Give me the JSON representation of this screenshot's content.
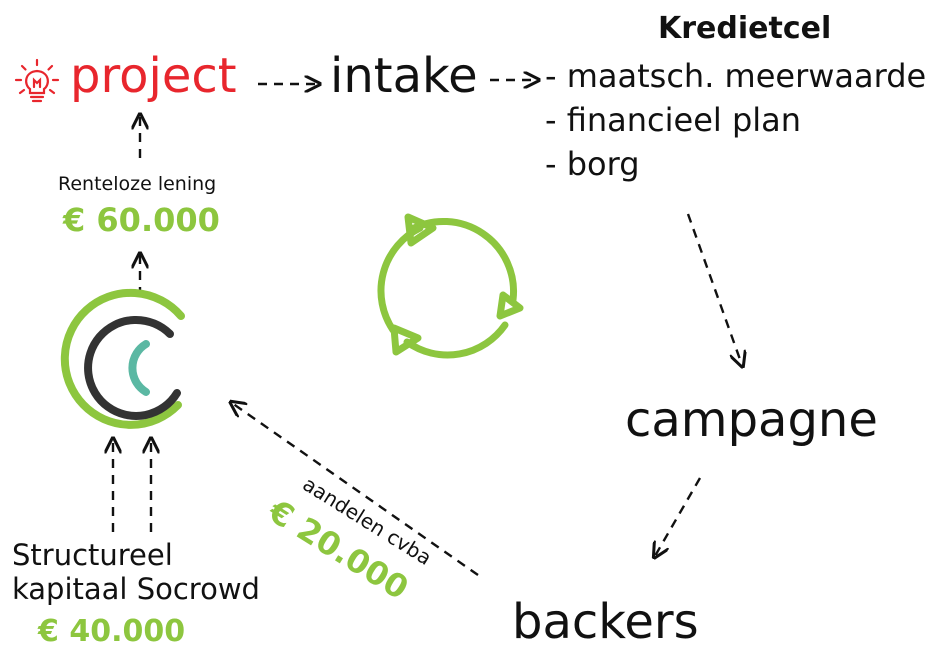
{
  "nodes": {
    "project": "project",
    "intake": "intake",
    "kredietcel_title": "Kredietcel",
    "kredietcel_items": [
      "- maatsch. meerwaarde",
      "- financieel plan",
      "- borg"
    ],
    "campagne": "campagne",
    "backers": "backers",
    "structureel_line1": "Structureel",
    "structureel_line2": "kapitaal Socrowd"
  },
  "amounts": {
    "loan_label": "Renteloze lening",
    "loan_amount": "€ 60.000",
    "shares_label": "aandelen cvba",
    "shares_amount": "€ 20.000",
    "capital_amount": "€ 40.000"
  },
  "icons": [
    "lightbulb-icon",
    "socrowd-logo-icon",
    "cycle-arrows-icon"
  ],
  "colors": {
    "accent_green": "#8dc63f",
    "project_red": "#e8262d",
    "logo_dark": "#333333",
    "logo_teal": "#5bb8a3"
  }
}
